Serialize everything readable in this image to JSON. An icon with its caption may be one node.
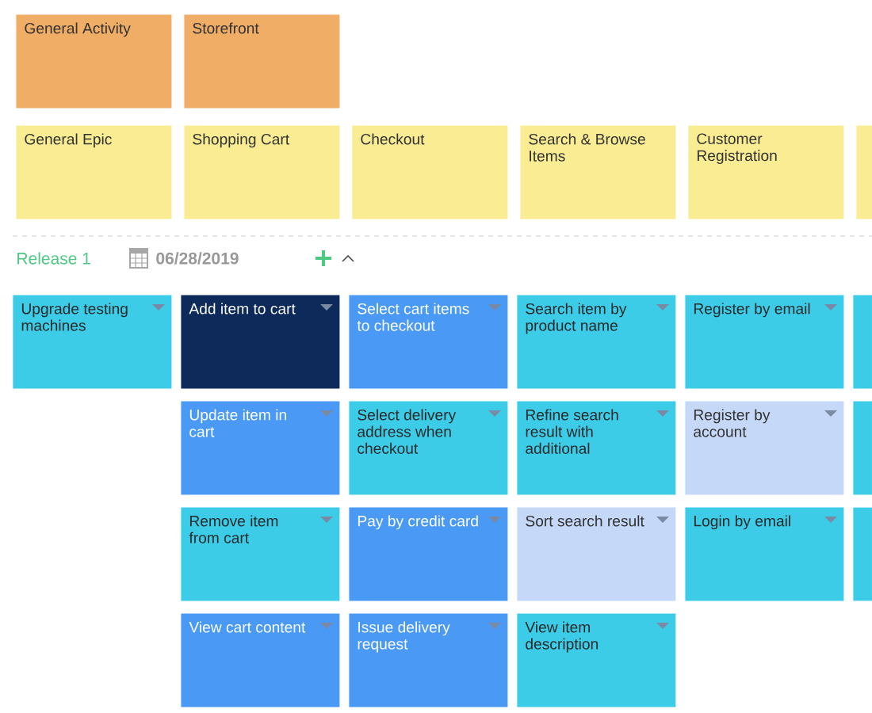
{
  "diagram": {
    "nodes": [
      {
        "text": [
          "General Activity"
        ]
      },
      {
        "text": [
          "Storefront"
        ]
      },
      {
        "text": [
          "General Epic"
        ]
      },
      {
        "text": [
          "Shopping Cart"
        ]
      },
      {
        "text": [
          "Checkout"
        ]
      },
      {
        "text": [
          "Search & Browse Items"
        ]
      },
      {
        "text": [
          "Customer Registration"
        ]
      },
      {
        "text": [],
        "shape": "box"
      },
      {
        "text": [
          "Upgrade testing machines"
        ]
      },
      {
        "text": [
          "Add item to cart"
        ]
      },
      {
        "text": [
          "Select cart items to checkout"
        ]
      },
      {
        "text": [
          "Search item by product name"
        ]
      },
      {
        "text": [
          "Register by email"
        ]
      },
      {
        "text": [],
        "shape": "box"
      },
      {
        "text": [
          "Update item in cart"
        ]
      },
      {
        "text": [
          "Select delivery address when checkout"
        ]
      },
      {
        "text": [
          "Refine search result with additional"
        ]
      },
      {
        "text": [
          "Register by account"
        ]
      },
      {
        "text": [],
        "shape": "box"
      },
      {
        "text": [
          "Remove item from cart"
        ]
      },
      {
        "text": [
          "Pay by credit card"
        ]
      },
      {
        "text": [
          "Sort search result"
        ]
      },
      {
        "text": [
          "Login by email"
        ]
      },
      {
        "text": [],
        "shape": "box"
      },
      {
        "text": [
          "View cart content"
        ]
      },
      {
        "text": [
          "Issue delivery request"
        ]
      },
      {
        "text": [
          "View item description"
        ]
      }
    ],
    "labels": [
      "Release 1",
      "06/28/2019"
    ]
  }
}
